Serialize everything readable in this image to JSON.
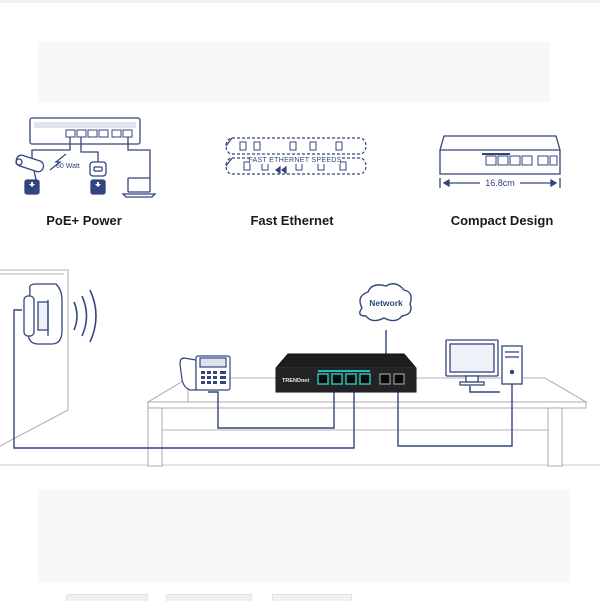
{
  "features": [
    {
      "label": "PoE+ Power",
      "icon": "poe-power-icon"
    },
    {
      "label": "Fast Ethernet",
      "icon": "fast-ethernet-icon"
    },
    {
      "label": "Compact Design",
      "icon": "compact-design-icon"
    }
  ],
  "poe_diagram": {
    "watt_label": "60 Watt"
  },
  "fast_ethernet_diagram": {
    "banner_text": "FAST ETHERNET SPEEDS"
  },
  "compact_diagram": {
    "width_label": "16.8cm"
  },
  "scene": {
    "cloud_label": "Network",
    "switch_brand": "TRENDnet"
  },
  "colors": {
    "line_blue": "#33457e",
    "switch_body": "#1d1d1f",
    "port_accent": "#2bbbb0"
  }
}
